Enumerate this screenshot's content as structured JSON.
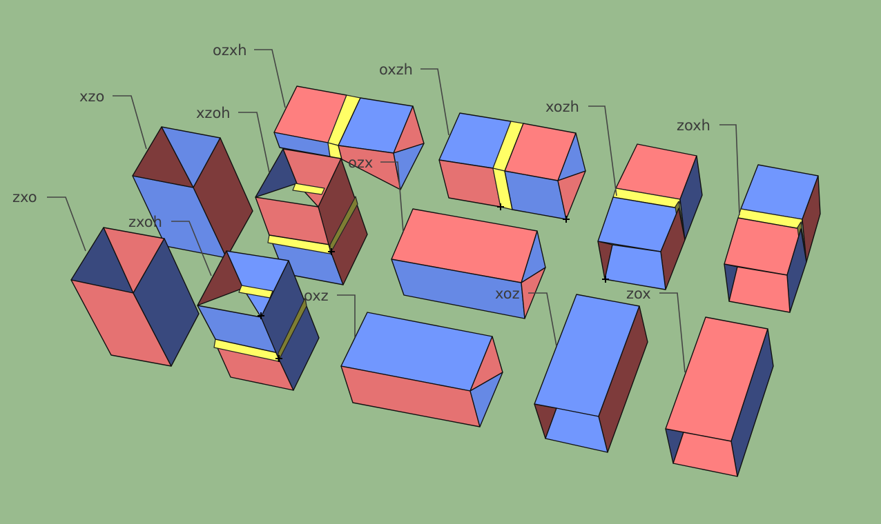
{
  "colors": {
    "background": "#99bb8e",
    "red_light": "#fe7f7f",
    "red_mid": "#e57272",
    "red_dark": "#7e3b3b",
    "blue_light": "#7197fe",
    "blue_mid": "#6689e5",
    "blue_dark": "#39497e",
    "yellow": "#ffff66",
    "yellow_dark": "#7e7e33"
  },
  "labels": {
    "zxo": "zxo",
    "xzo": "xzo",
    "ozxh": "ozxh",
    "xzoh": "xzoh",
    "zxoh": "zxoh",
    "oxzh": "oxzh",
    "ozx": "ozx",
    "oxz": "oxz",
    "xozh": "xozh",
    "xoz": "xoz",
    "zoxh": "zoxh",
    "zox": "zox"
  }
}
